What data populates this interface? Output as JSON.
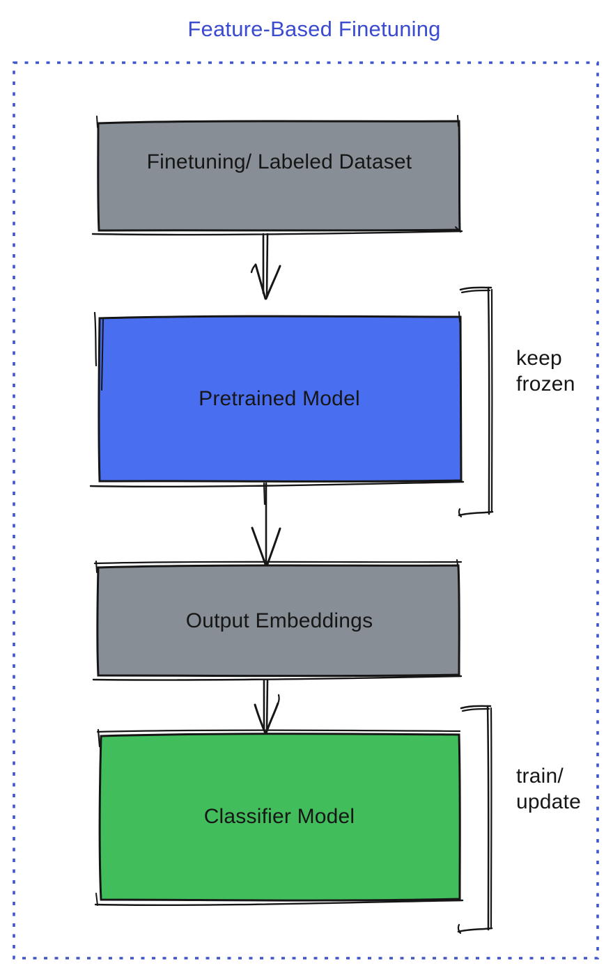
{
  "title": "Feature-Based Finetuning",
  "colors": {
    "accent_blue": "#3a4bd0",
    "border_blue": "#3f55cc",
    "box_gray": "#878e96",
    "box_blue": "#4a6ef0",
    "box_green": "#41bd5b",
    "ink": "#161616"
  },
  "diagram": {
    "nodes": [
      {
        "id": "dataset-box",
        "label": "Finetuning/ Labeled Dataset",
        "color": "gray"
      },
      {
        "id": "pretrained-box",
        "label": "Pretrained Model",
        "color": "blue"
      },
      {
        "id": "embeddings-box",
        "label": "Output Embeddings",
        "color": "gray"
      },
      {
        "id": "classifier-box",
        "label": "Classifier Model",
        "color": "green"
      }
    ],
    "annotations": [
      {
        "id": "keep-frozen",
        "text": "keep\nfrozen"
      },
      {
        "id": "train-update",
        "text": "train/\nupdate"
      }
    ]
  }
}
